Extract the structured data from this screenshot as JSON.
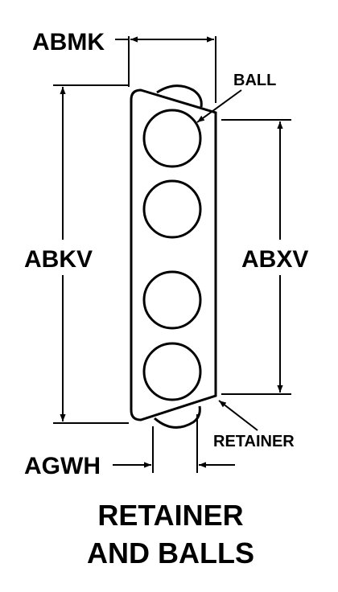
{
  "diagram": {
    "dimensions": {
      "abmk": "ABMK",
      "abkv": "ABKV",
      "abxv": "ABXV",
      "agwh": "AGWH"
    },
    "callouts": {
      "ball": "BALL",
      "retainer": "RETAINER"
    },
    "caption": {
      "line1": "RETAINER",
      "line2": "AND BALLS"
    },
    "ball_count": 4,
    "colors": {
      "ink": "#000000",
      "paper": "#ffffff"
    }
  }
}
